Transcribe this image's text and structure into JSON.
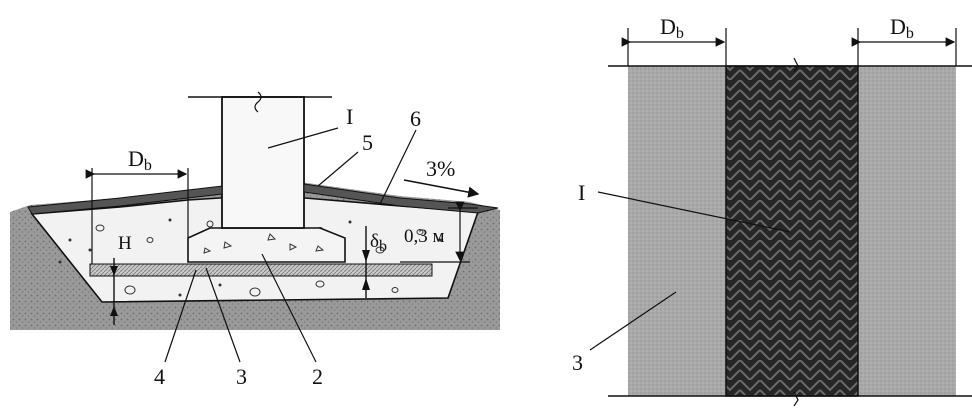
{
  "left_figure": {
    "labels": {
      "I": "I",
      "n2": "2",
      "n3": "3",
      "n4": "4",
      "n5": "5",
      "n6": "6",
      "Db": "D",
      "Db_sub": "b",
      "H": "H",
      "delta": "δ",
      "delta_sub": "b",
      "slope": "3%",
      "depth": "0,3 м"
    }
  },
  "right_figure": {
    "labels": {
      "Db_left": "D",
      "Db_left_sub": "b",
      "Db_right": "D",
      "Db_right_sub": "b",
      "I": "I",
      "n3": "3"
    }
  },
  "colors": {
    "ink": "#111111",
    "soil": "#8c8c8c",
    "fill": "#f0f0f0",
    "grey_fill": "#a8a8a8",
    "dark_core": "#2a2a2a"
  }
}
